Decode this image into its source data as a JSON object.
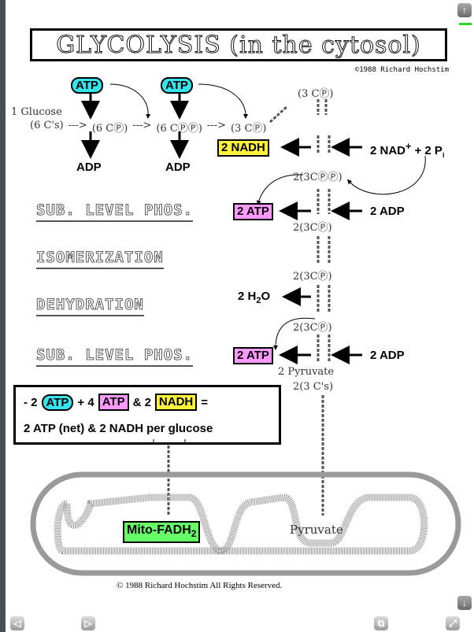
{
  "title": "GLYCOLYSIS (in the cytosol)",
  "copyright_top": "©1988 Richard Hochstim",
  "copyright_bottom": "© 1988 Richard Hochstim  All Rights Reserved.",
  "top": {
    "atp1": "ATP",
    "atp2": "ATP",
    "glucose_label": "1 Glucose",
    "chain": [
      "(6 C's)",
      "--->",
      "(6 CⓅ)",
      "--->",
      "(6 CⓅⓅ)",
      "--->",
      "(3 CⓅ)"
    ],
    "adp1": "ADP",
    "adp2": "ADP",
    "iso_top": "(3 CⓅ)"
  },
  "steps": {
    "nadh_box": "2 NADH",
    "nad_input": "2 NAD",
    "nad_sup": "+",
    "pi_input": "+ 2 P",
    "pi_sub": "i",
    "bisphospho": "2(3CⓅⓅ)",
    "sub1_label": "SUB. LEVEL PHOS.",
    "atp_box1": "2 ATP",
    "adp_in1": "2 ADP",
    "inter1": "2(3CⓅ)",
    "isomerization_label": "ISOMERIZATION",
    "inter2": "2(3CⓅ)",
    "dehydration_label": "DEHYDRATION",
    "water": "2 H",
    "water_sub": "2",
    "water_o": "O",
    "inter3": "2(3CⓅ)",
    "sub2_label": "SUB. LEVEL PHOS.",
    "atp_box2": "2 ATP",
    "adp_in2": "2 ADP",
    "pyruvate": "2 Pyruvate",
    "pyruvate_c": "2(3 C's)"
  },
  "summary": {
    "l1_a": "- 2",
    "l1_atp": "ATP",
    "l1_b": "+ 4",
    "l1_atp2": "ATP",
    "l1_c": "&  2",
    "l1_nadh": "NADH",
    "l1_d": "=",
    "l2_a": "2 ATP (net)  &  2",
    "l2_nadh": "NADH",
    "l2_b": "per glucose"
  },
  "mito": {
    "fadh": "Mito-FADH",
    "fadh_sub": "2",
    "pyruvate": "Pyruvate"
  },
  "controls": {
    "up": "↑",
    "down": "↓",
    "prev": "◁",
    "next": "▷",
    "window": "⧉",
    "resize": "⤢"
  },
  "colors": {
    "atp_pill": "#33e6ee",
    "nadh": "#fff23a",
    "atp_box": "#ff99ff",
    "fadh": "#66ff66"
  }
}
